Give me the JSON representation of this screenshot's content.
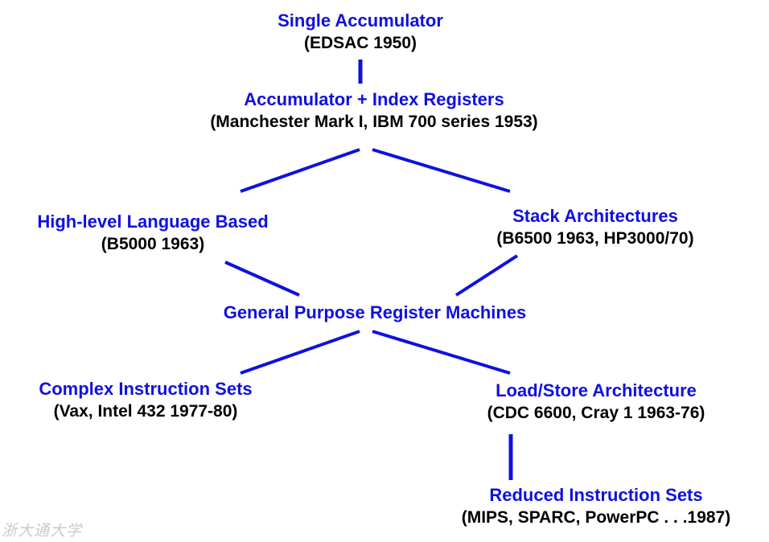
{
  "colors": {
    "title": "#1010e0",
    "subtitle": "#000000",
    "connector": "#1010e0",
    "watermark": "#c9c9c9"
  },
  "nodes": [
    {
      "id": "single-accumulator",
      "title": "Single Accumulator",
      "subtitle": "(EDSAC 1950)"
    },
    {
      "id": "accumulator-index",
      "title": "Accumulator + Index Registers",
      "subtitle": "(Manchester Mark I, IBM 700 series 1953)"
    },
    {
      "id": "high-level-language",
      "title": "High-level Language Based",
      "subtitle": "(B5000 1963)"
    },
    {
      "id": "stack-architectures",
      "title": "Stack Architectures",
      "subtitle": "(B6500 1963, HP3000/70)"
    },
    {
      "id": "general-purpose",
      "title": "General Purpose Register Machines",
      "subtitle": ""
    },
    {
      "id": "complex-instruction",
      "title": "Complex Instruction Sets",
      "subtitle": "(Vax, Intel 432 1977-80)"
    },
    {
      "id": "load-store",
      "title": "Load/Store Architecture",
      "subtitle": "(CDC 6600, Cray 1 1963-76)"
    },
    {
      "id": "reduced-instruction",
      "title": "Reduced Instruction Sets",
      "subtitle": "(MIPS, SPARC, PowerPC . . .1987)"
    }
  ],
  "edges": [
    [
      "single-accumulator",
      "accumulator-index"
    ],
    [
      "accumulator-index",
      "high-level-language"
    ],
    [
      "accumulator-index",
      "stack-architectures"
    ],
    [
      "high-level-language",
      "general-purpose"
    ],
    [
      "stack-architectures",
      "general-purpose"
    ],
    [
      "general-purpose",
      "complex-instruction"
    ],
    [
      "general-purpose",
      "load-store"
    ],
    [
      "load-store",
      "reduced-instruction"
    ]
  ],
  "watermark": "浙大通大学"
}
